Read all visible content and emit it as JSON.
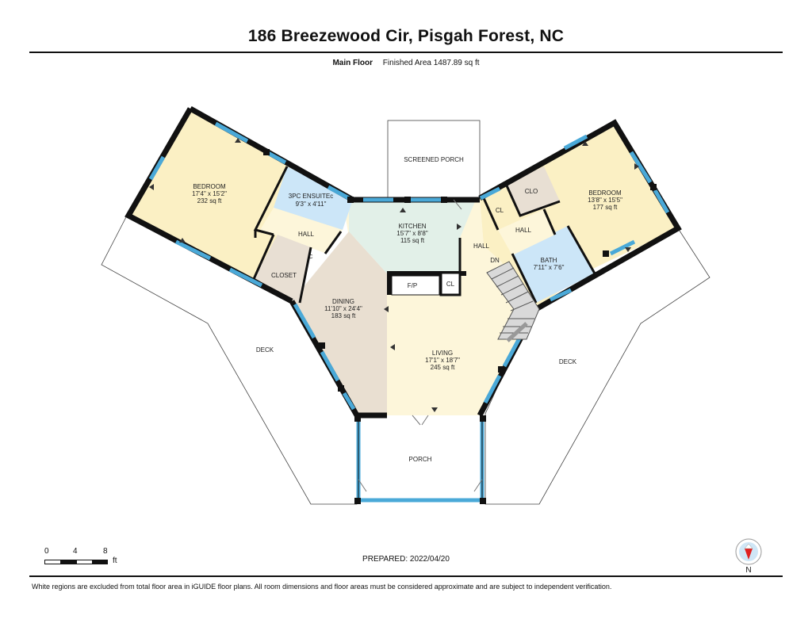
{
  "header": {
    "title": "186 Breezewood Cir, Pisgah Forest, NC",
    "floor_name": "Main Floor",
    "finished_area": "Finished Area 1487.89 sq ft"
  },
  "rooms": {
    "bedroom_left": {
      "name": "BEDROOM",
      "dims": "17'4\" x 15'2\"",
      "area": "232 sq ft"
    },
    "ensuite": {
      "name": "3PC ENSUITEc",
      "dims": "9'3\" x 4'11\""
    },
    "hall_left": {
      "name": "HALL"
    },
    "closet": {
      "name": "CLOSET"
    },
    "closet_small_left": {
      "name": "C"
    },
    "kitchen": {
      "name": "KITCHEN",
      "dims": "15'7\" x 8'8\"",
      "area": "115 sq ft"
    },
    "screened_porch": {
      "name": "SCREENED PORCH"
    },
    "dining": {
      "name": "DINING",
      "dims": "11'10\" x 24'4\"",
      "area": "183 sq ft"
    },
    "living": {
      "name": "LIVING",
      "dims": "17'1\" x 18'7\"",
      "area": "245 sq ft"
    },
    "fireplace": {
      "name": "F/P"
    },
    "cl_center": {
      "name": "CL"
    },
    "hall_center": {
      "name": "HALL"
    },
    "stairs_dn": {
      "name": "DN"
    },
    "bedroom_right": {
      "name": "BEDROOM",
      "dims": "13'8\" x 15'5\"",
      "area": "177 sq ft"
    },
    "clo": {
      "name": "CLO"
    },
    "cl_right": {
      "name": "CL"
    },
    "hall_right": {
      "name": "HALL"
    },
    "bath": {
      "name": "BATH",
      "dims": "7'11\" x 7'6\""
    },
    "deck_left": {
      "name": "DECK"
    },
    "deck_right": {
      "name": "DECK"
    },
    "porch": {
      "name": "PORCH"
    }
  },
  "prepared": "PREPARED: 2022/04/20",
  "scale_bar": {
    "ticks": [
      "0",
      "4",
      "8"
    ],
    "unit": "ft"
  },
  "compass": {
    "label": "N"
  },
  "footer": "White regions are excluded from total floor area in iGUIDE floor plans. All room dimensions and floor areas must be considered approximate and are subject to independent verification.",
  "colors": {
    "bedroom": "#fbf0c4",
    "bath": "#cce6f8",
    "kitchen": "#e2f0e8",
    "dining": "#e9dfd1",
    "living": "#fdf6da",
    "hall": "#fdf6da",
    "closet": "#e8dfd3",
    "wall": "#111111",
    "window": "#4aa9d8"
  }
}
